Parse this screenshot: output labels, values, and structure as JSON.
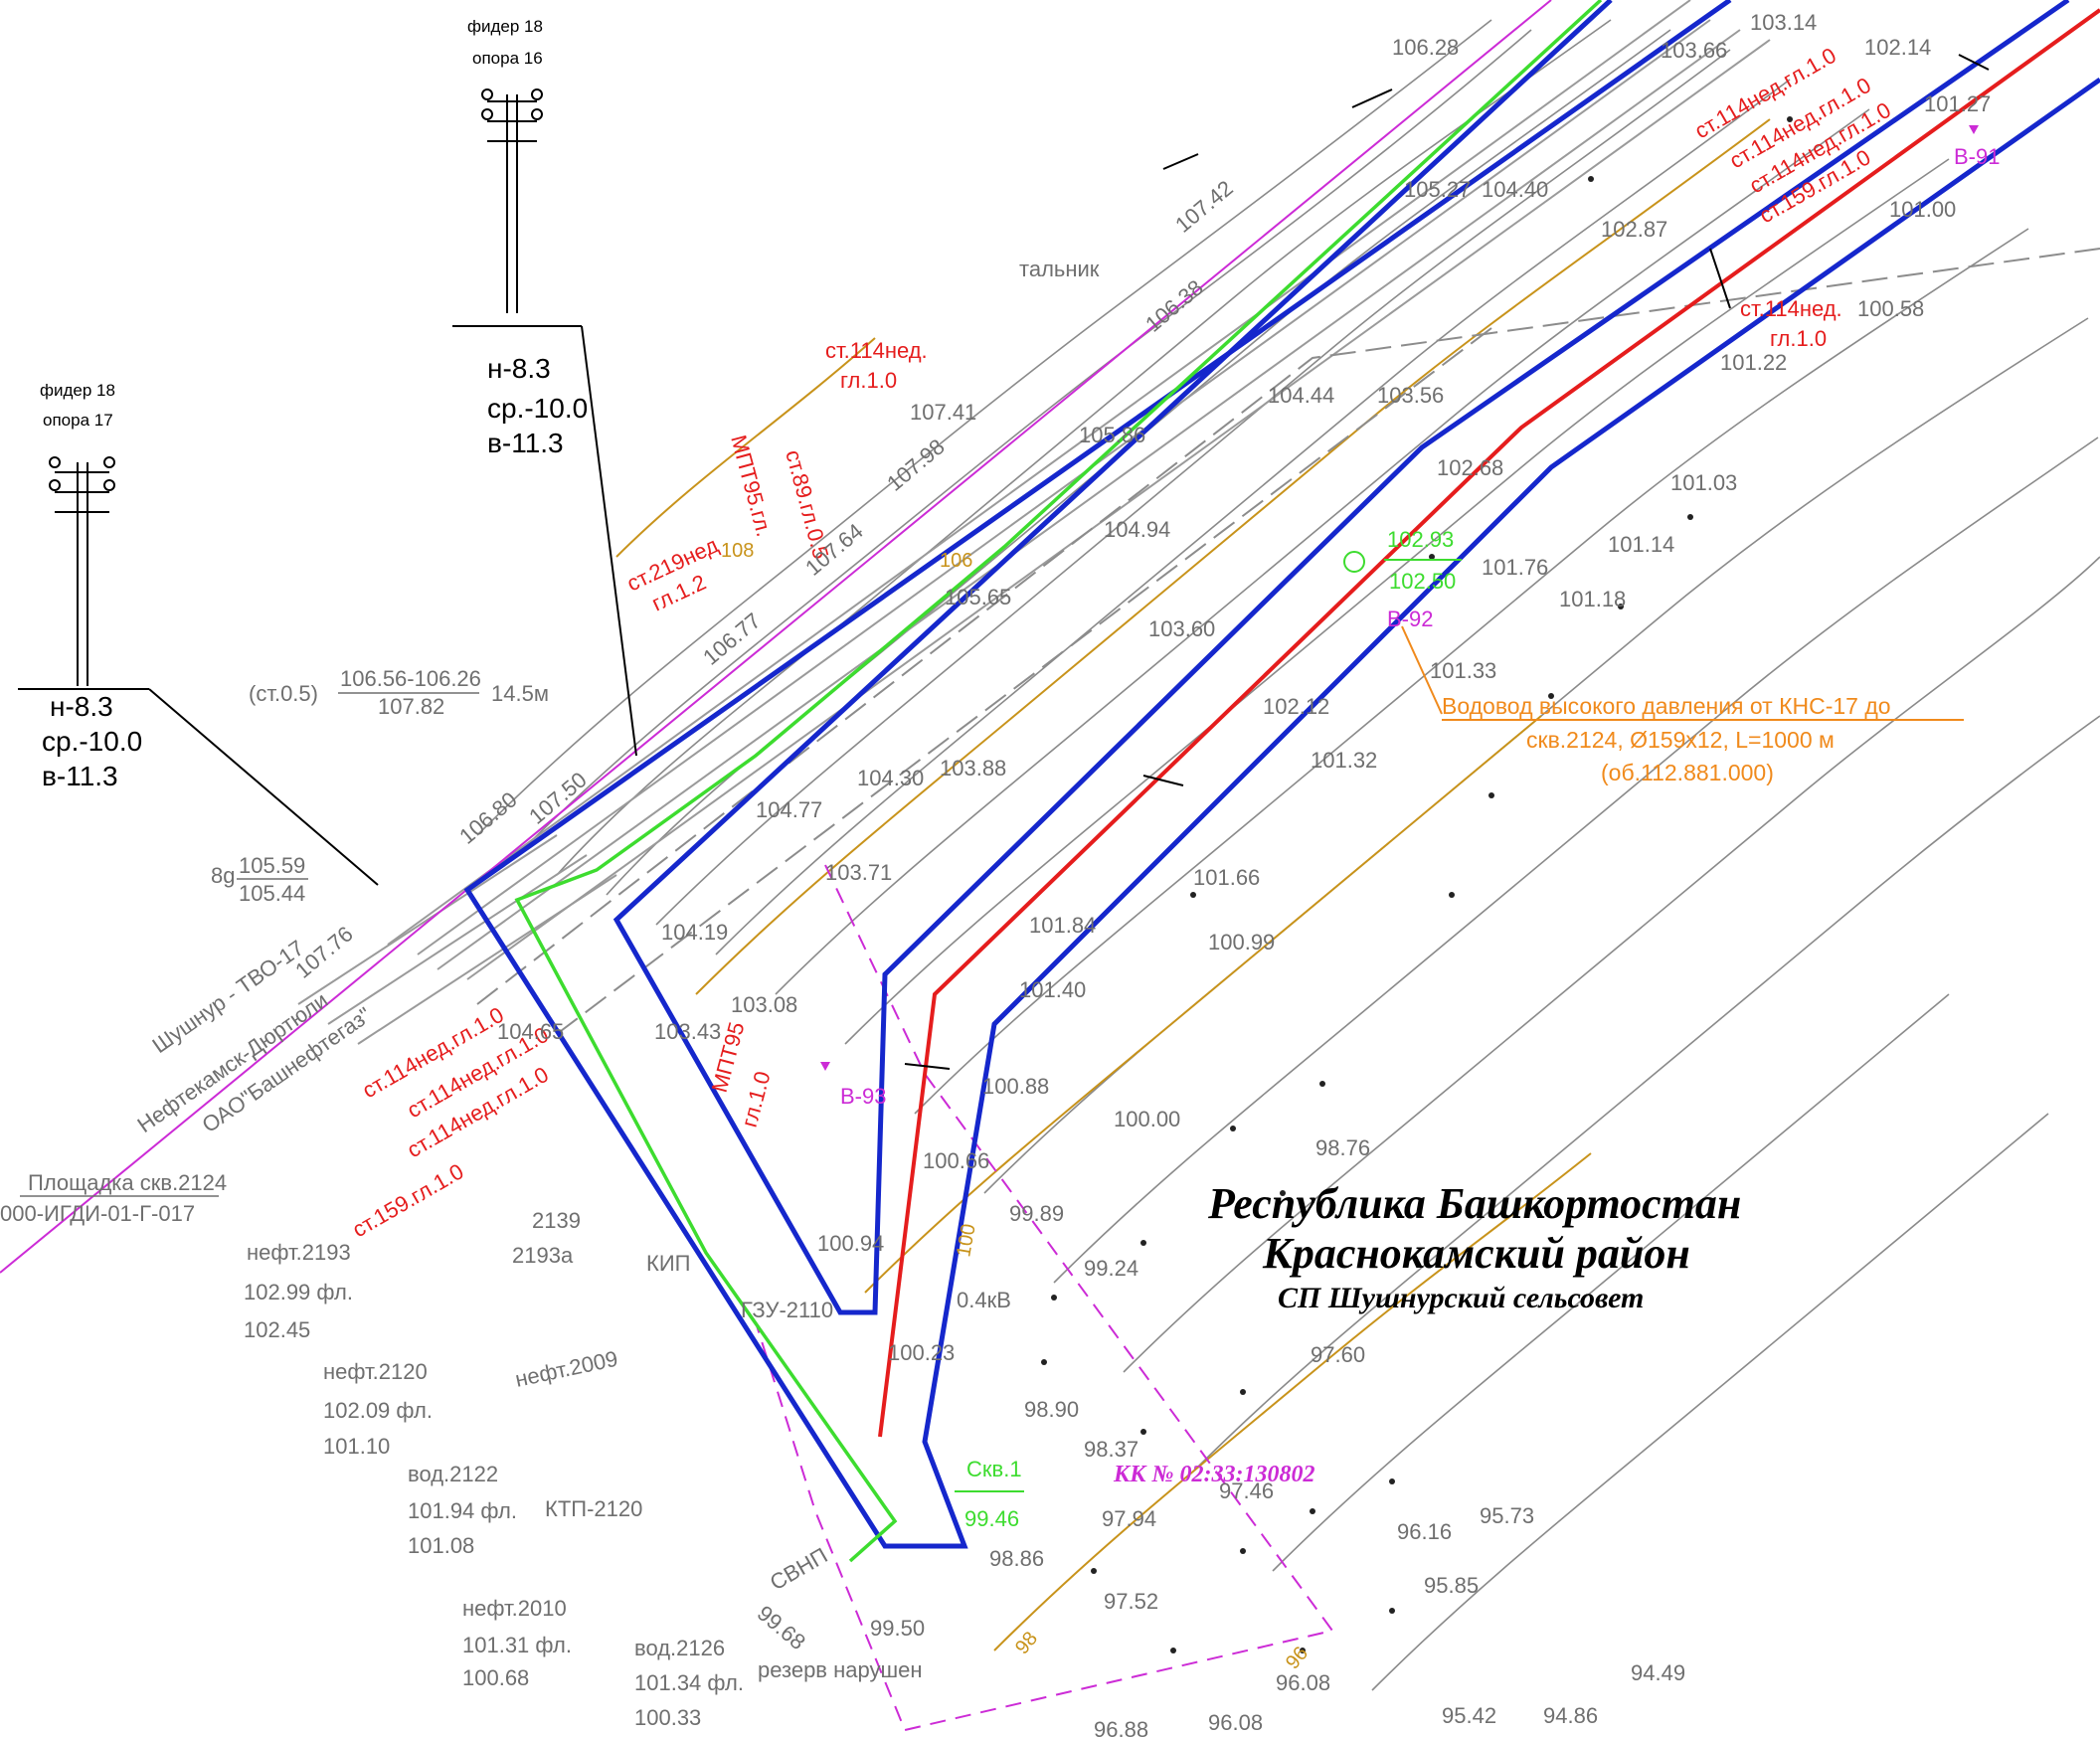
{
  "title": {
    "line1": "Республика Башкортостан",
    "line2": "Краснокамский район",
    "line3": "СП Шушнурский сельсовет"
  },
  "poles": [
    {
      "feeder": "фидер 18",
      "pole": "опора 16",
      "n": "н-8.3",
      "sr": "ср.-10.0",
      "v": "в-11.3"
    },
    {
      "feeder": "фидер 18",
      "pole": "опора 17",
      "n": "н-8.3",
      "sr": "ср.-10.0",
      "v": "в-11.3"
    }
  ],
  "pipeline_note": {
    "line1": "Водовод высокого давления от КНС-17 до",
    "line2": "скв.2124, Ø159x12, L=1000 м",
    "line3": "(об.112.881.000)"
  },
  "cadastral": "КК № 02:33:130802",
  "pipe_labels": [
    "ст.114нед.гл.1.0",
    "ст.114нед.гл.1.0",
    "ст.114нед.гл.1.0",
    "ст.159.гл.1.0",
    "ст.114нед.",
    "гл.1.0",
    "ст.114нед.",
    "гл.1.0",
    "ст.219нед",
    "гл.1.2",
    "МПТ95.гл.",
    "ст.89.гл.0.5",
    "ст.114нед.гл.1.0",
    "ст.114нед.гл.1.0",
    "ст.114нед.гл.1.0",
    "ст.159.гл.1.0",
    "МПТ95",
    "гл.1.0"
  ],
  "labels_gray": {
    "fraction_top": "106.56-106.26",
    "fraction_bottom": "107.82",
    "fraction_prefix": "(ст.0.5)",
    "fraction_suffix": "14.5м",
    "vd_top": "105.59",
    "vd_bottom": "105.44",
    "vd_prefix": "8g",
    "ploshchadka": "Площадка скв.2124",
    "code": "000-ИГДИ-01-Г-017",
    "neft2193": "нефт.2193",
    "v2193a": "102.99 фл.",
    "v2193b": "102.45",
    "neft2120": "нефт.2120",
    "v2120a": "102.09 фл.",
    "v2120b": "101.10",
    "vod2122": "вод.2122",
    "v2122a": "101.94 фл.",
    "v2122b": "101.08",
    "neft2010": "нефт.2010",
    "v2010a": "101.31 фл.",
    "v2010b": "100.68",
    "vod2126": "вод.2126",
    "v2126a": "101.34 фл.",
    "v2126b": "100.33",
    "shushnur": "Шушнур - ТВО-17",
    "neftekamsk": "Нефтекамск-Дюртюли",
    "bashneft": "ОАО\"Башнефтегаз\"",
    "talnik": "тальник",
    "kip": "КИП",
    "gzu": "ГЗУ-2110",
    "kv": "0.4кВ",
    "ktp": "КТП-2120",
    "svnp": "СВНП",
    "rezerv": "резерв нарушен",
    "neft2009": "нефт.2009",
    "skv2139": "2139",
    "skv2193a": "2193а"
  },
  "labels_magenta": [
    "В-92",
    "В-93",
    "В-91"
  ],
  "labels_green": [
    "102.93",
    "102.50",
    "Скв.1",
    "99.46"
  ],
  "labels_orange": [
    "106",
    "108",
    "100",
    "98",
    "96"
  ],
  "elevations": [
    "103.14",
    "102.14",
    "101.27",
    "103.66",
    "106.28",
    "105.27",
    "104.40",
    "102.87",
    "101.00",
    "100.58",
    "101.22",
    "107.41",
    "107.98",
    "105.86",
    "104.44",
    "103.56",
    "107.42",
    "106.38",
    "102.68",
    "101.03",
    "104.94",
    "101.76",
    "101.14",
    "101.18",
    "107.64",
    "106.77",
    "105.65",
    "103.60",
    "101.33",
    "102.12",
    "101.32",
    "104.30",
    "103.88",
    "104.77",
    "103.71",
    "101.66",
    "106.80",
    "107.50",
    "107.76",
    "101.84",
    "100.99",
    "104.19",
    "101.40",
    "103.08",
    "103.43",
    "104.65",
    "100.88",
    "100.00",
    "100.66",
    "98.76",
    "99.89",
    "100.94",
    "99.24",
    "100.23",
    "97.60",
    "98.90",
    "98.37",
    "97.46",
    "97.94",
    "96.16",
    "95.73",
    "98.86",
    "97.52",
    "95.85",
    "99.68",
    "99.50",
    "96.08",
    "96.08",
    "94.49",
    "95.42",
    "94.86",
    "96.88"
  ]
}
